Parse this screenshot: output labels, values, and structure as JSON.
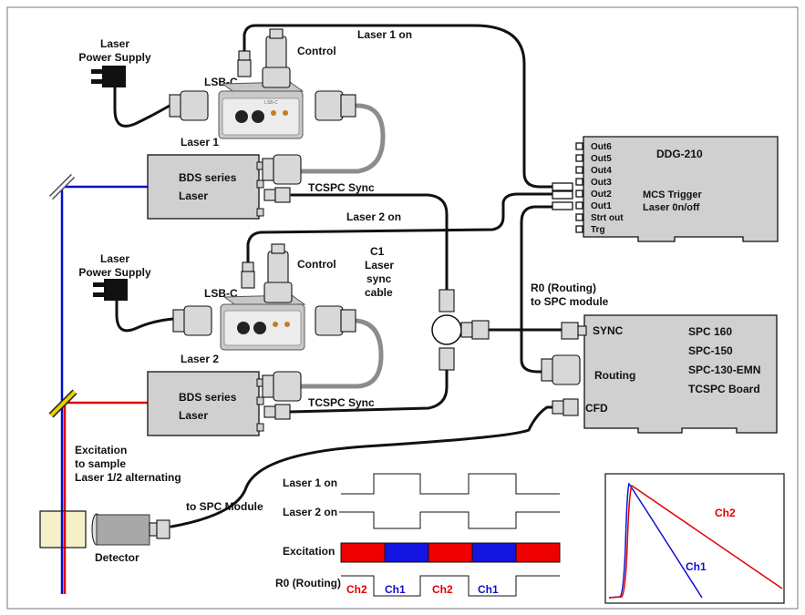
{
  "labels": {
    "laser_ps_1_line1": "Laser",
    "laser_ps_1_line2": "Power Supply",
    "lsbc_1": "LSB-C",
    "control_1": "Control",
    "laser1_on_top": "Laser 1 on",
    "laser1_title": "Laser 1",
    "bds1_line1": "BDS series",
    "bds1_line2": "Laser",
    "tcspc_sync_1": "TCSPC Sync",
    "laser2_on_mid": "Laser 2 on",
    "laser_ps_2_line1": "Laser",
    "laser_ps_2_line2": "Power Supply",
    "lsbc_2": "LSB-C",
    "control_2": "Control",
    "c1_line1": "C1",
    "c1_line2": "Laser",
    "c1_line3": "sync",
    "c1_line4": "cable",
    "laser2_title": "Laser 2",
    "bds2_line1": "BDS series",
    "bds2_line2": "Laser",
    "tcspc_sync_2": "TCSPC Sync",
    "r0_line1": "R0 (Routing)",
    "r0_line2": "to SPC module",
    "excitation_line1": "Excitation",
    "excitation_line2": "to sample",
    "excitation_line3": "Laser 1/2 alternating",
    "to_spc_module": "to SPC Module",
    "detector": "Detector"
  },
  "ddg": {
    "title": "DDG-210",
    "outputs": [
      "Out6",
      "Out5",
      "Out4",
      "Out3",
      "Out2",
      "Out1",
      "Strt out",
      "Trg"
    ],
    "mcs_trigger": "MCS Trigger",
    "laser_onoff": "Laser 0n/off"
  },
  "spc": {
    "sync": "SYNC",
    "routing": "Routing",
    "cfd": "CFD",
    "models": [
      "SPC 160",
      "SPC-150",
      "SPC-130-EMN",
      "TCSPC Board"
    ]
  },
  "timing": {
    "rows": [
      "Laser 1 on",
      "Laser 2 on",
      "Excitation",
      "R0 (Routing)"
    ],
    "excitation_pattern": [
      "red",
      "blue",
      "red",
      "blue",
      "red"
    ],
    "routing_pattern": [
      "Ch2",
      "Ch1",
      "Ch2",
      "Ch1"
    ]
  },
  "decay_plot": {
    "series": [
      {
        "name": "Ch2",
        "color": "#e00000"
      },
      {
        "name": "Ch1",
        "color": "#1010d0"
      }
    ]
  },
  "colors": {
    "laser1_beam": "#0010c8",
    "laser2_beam": "#e00000",
    "excitation_red": "#ee0000",
    "excitation_blue": "#1414e0",
    "mirror_yellow": "#e8d000",
    "detector_box": "#f6f0c8"
  }
}
